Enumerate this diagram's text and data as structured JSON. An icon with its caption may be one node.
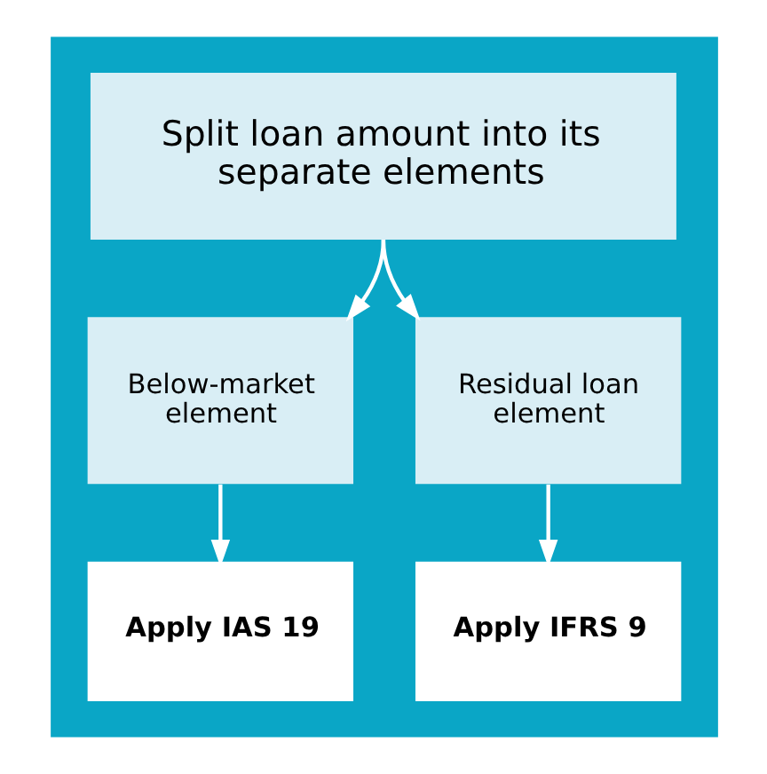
{
  "diagram": {
    "nodes": [
      {
        "text": [],
        "shape": "box"
      },
      {
        "text": [
          "Split loan amount into its separate elements"
        ],
        "in": 0
      },
      {
        "text": [
          "Below-market element"
        ],
        "in": 0
      },
      {
        "text": [
          "Residual loan element"
        ],
        "in": 0
      },
      {
        "text": [
          "Apply IAS 19"
        ],
        "in": 0
      },
      {
        "text": [
          "Apply IFRS 9"
        ],
        "in": 0
      }
    ],
    "edges": [
      {
        "from": 1,
        "to": 2,
        "arrow": "to"
      },
      {
        "from": 1,
        "to": 3,
        "arrow": "to"
      },
      {
        "from": 2,
        "to": 4,
        "arrow": "to"
      },
      {
        "from": 3,
        "to": 5,
        "arrow": "to"
      }
    ]
  }
}
